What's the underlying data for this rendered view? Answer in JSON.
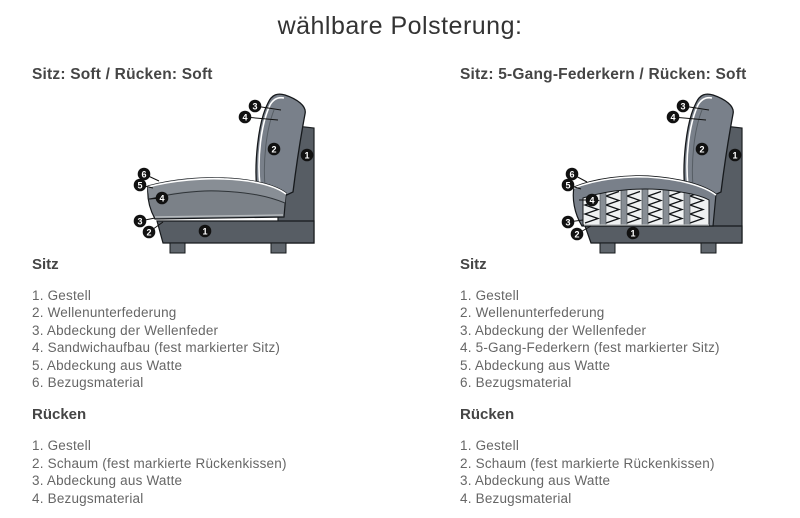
{
  "title": "wählbare Polsterung:",
  "colors": {
    "sofa_dark": "#575d64",
    "sofa_mid": "#79808a",
    "sofa_light": "#888e95",
    "foot_gray": "#60666d",
    "spring_panel": "#eff1f2",
    "callout_bg": "#111111",
    "text_gray": "#666666",
    "heading_gray": "#454545",
    "title_gray": "#333333",
    "background": "#ffffff"
  },
  "columns": [
    {
      "heading": "Sitz: Soft / Rücken: Soft",
      "diagram": {
        "type": "sofa-cross-section-soft",
        "callouts": [
          "3",
          "4",
          "2",
          "1",
          "6",
          "5",
          "4",
          "3",
          "2",
          "1"
        ]
      },
      "sitz": {
        "heading": "Sitz",
        "items": [
          "1. Gestell",
          "2. Wellenunterfederung",
          "3. Abdeckung der Wellenfeder",
          "4. Sandwichaufbau (fest markierter Sitz)",
          "5. Abdeckung aus Watte",
          "6. Bezugsmaterial"
        ]
      },
      "ruecken": {
        "heading": "Rücken",
        "items": [
          "1. Gestell",
          "2. Schaum (fest markierte Rückenkissen)",
          "3. Abdeckung aus Watte",
          "4. Bezugsmaterial"
        ]
      }
    },
    {
      "heading": "Sitz: 5-Gang-Federkern / Rücken: Soft",
      "diagram": {
        "type": "sofa-cross-section-federkern",
        "callouts": [
          "3",
          "4",
          "2",
          "1",
          "6",
          "5",
          "4",
          "3",
          "2",
          "1"
        ]
      },
      "sitz": {
        "heading": "Sitz",
        "items": [
          "1. Gestell",
          "2. Wellenunterfederung",
          "3. Abdeckung der Wellenfeder",
          "4. 5-Gang-Federkern (fest markierter Sitz)",
          "5. Abdeckung aus Watte",
          "6. Bezugsmaterial"
        ]
      },
      "ruecken": {
        "heading": "Rücken",
        "items": [
          "1. Gestell",
          "2. Schaum (fest markierte Rückenkissen)",
          "3. Abdeckung aus Watte",
          "4. Bezugsmaterial"
        ]
      }
    }
  ]
}
